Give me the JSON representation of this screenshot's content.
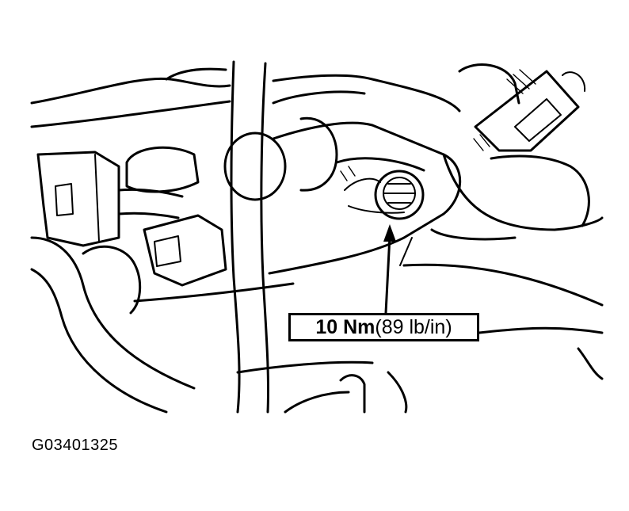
{
  "callout": {
    "torque_value": "10 Nm",
    "torque_imperial": " (89 lb/in)"
  },
  "figure_id": "G03401325",
  "colors": {
    "line": "#000000",
    "background": "#ffffff"
  }
}
